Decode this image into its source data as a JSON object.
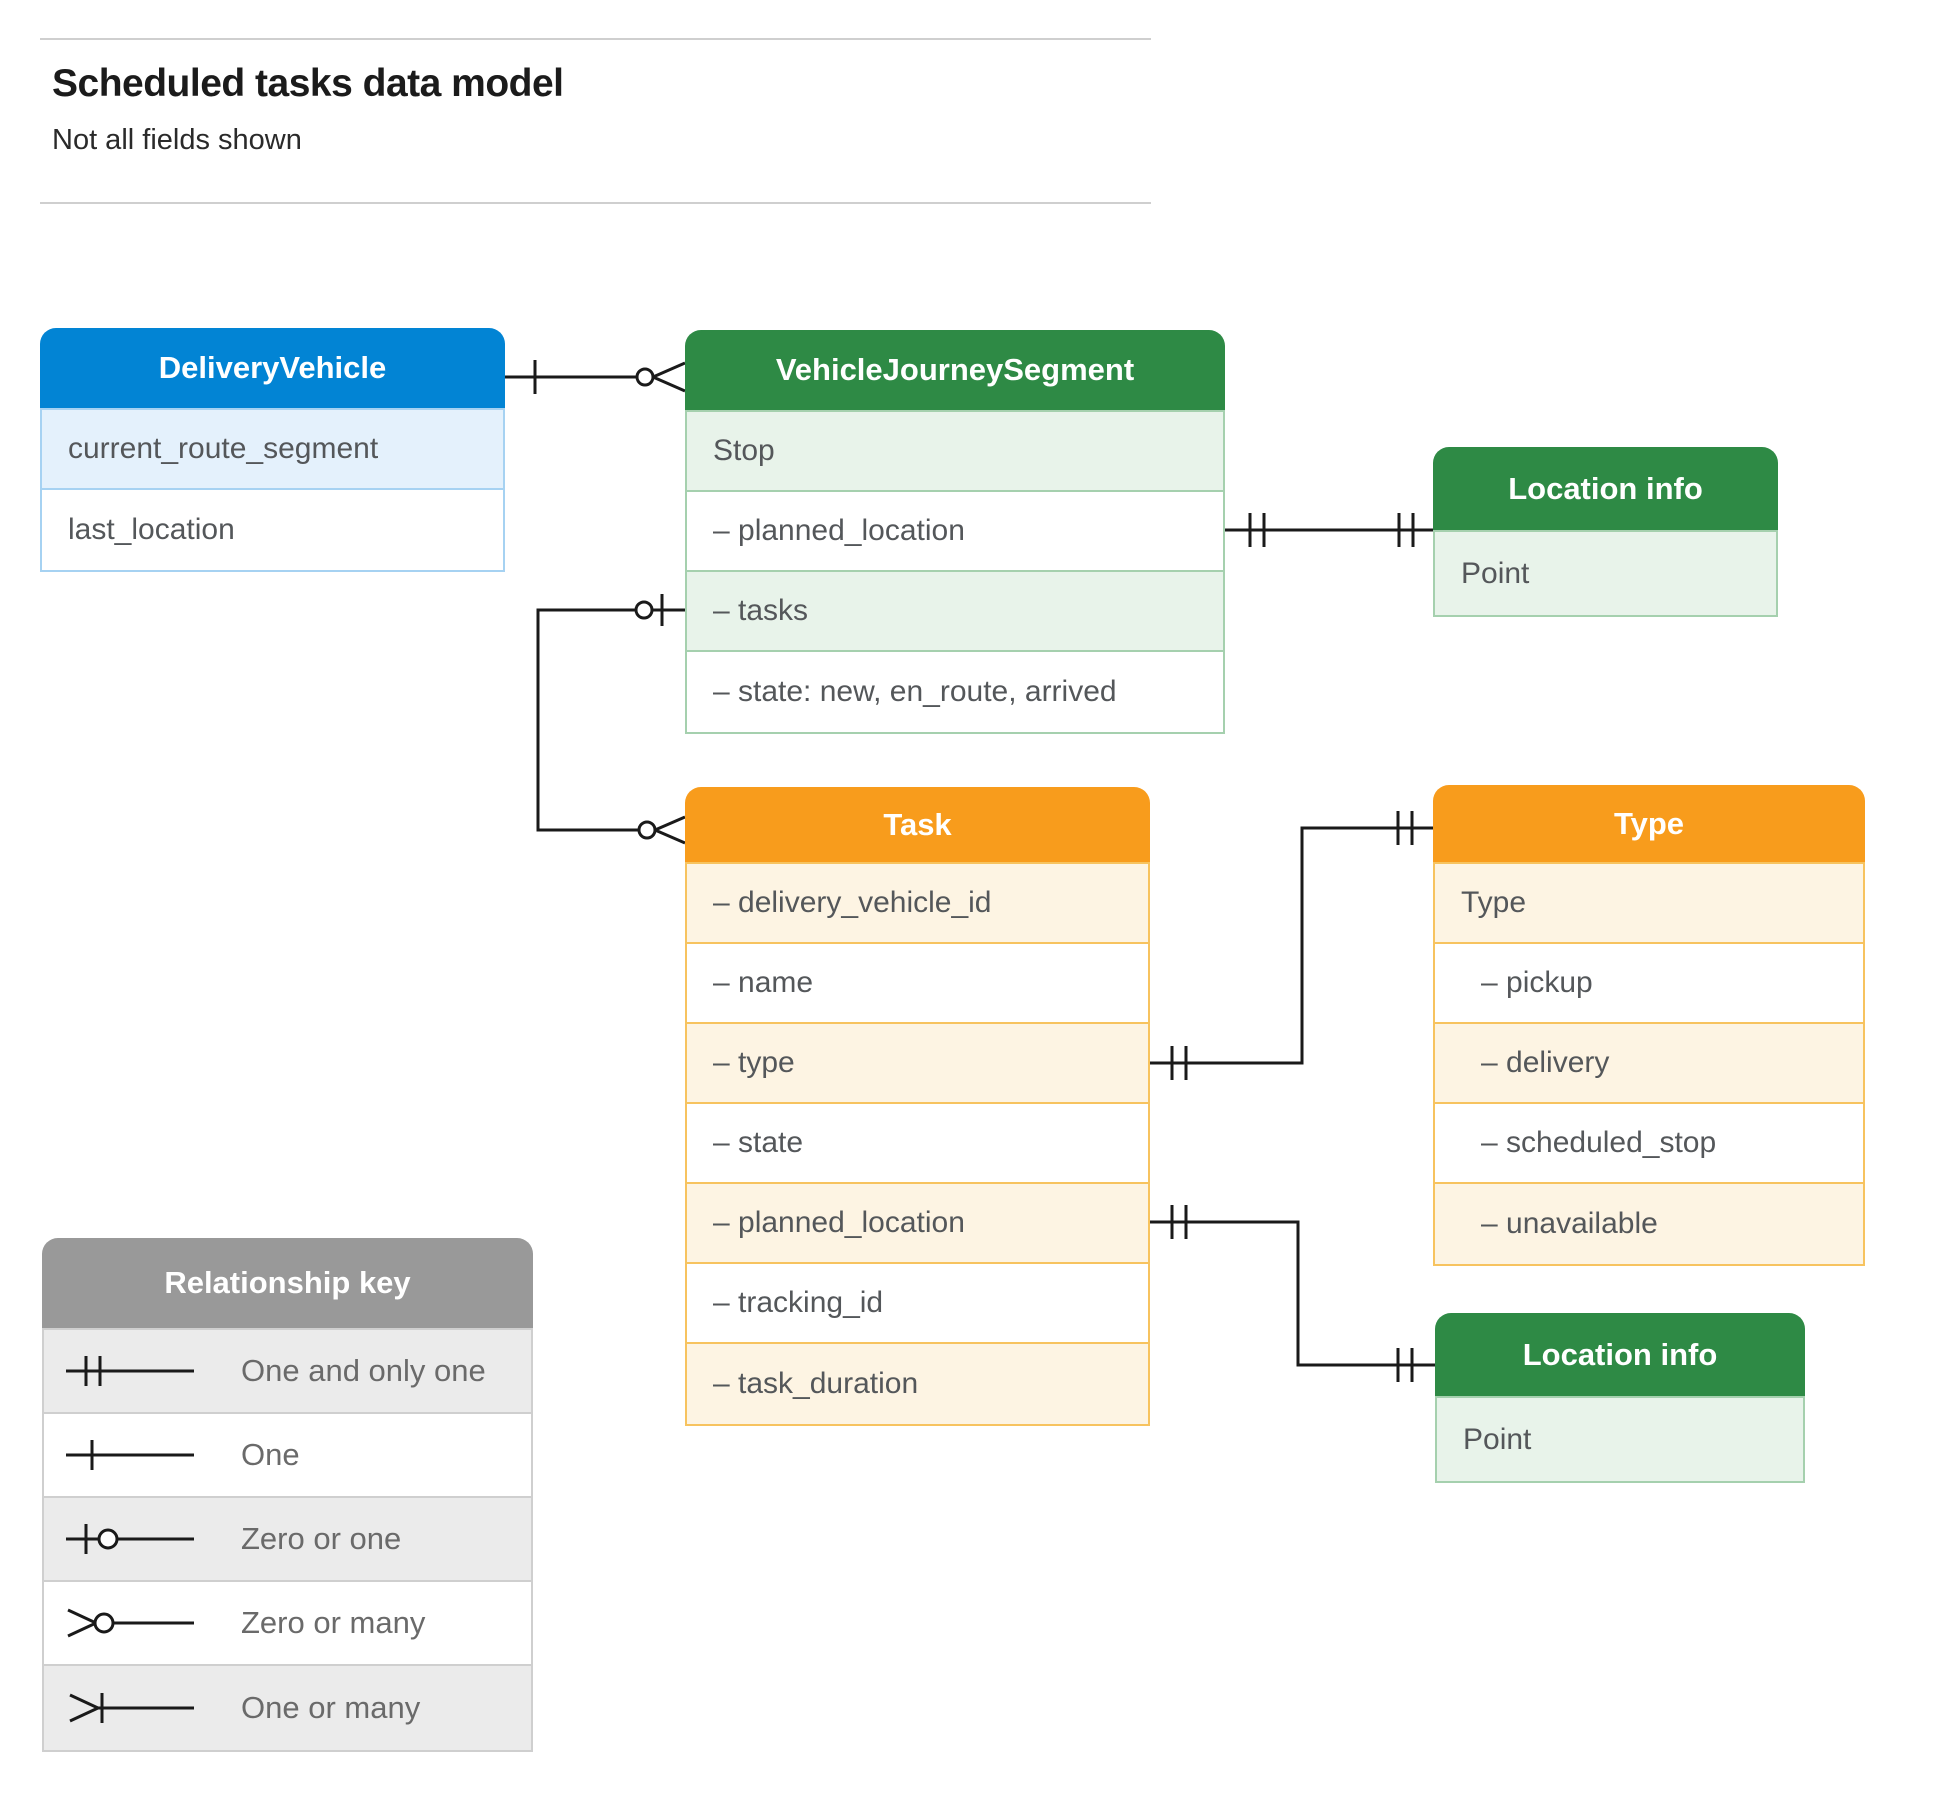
{
  "page": {
    "title": "Scheduled tasks data model",
    "subtitle": "Not all fields shown"
  },
  "entities": {
    "delivery_vehicle": {
      "title": "DeliveryVehicle",
      "rows": [
        "current_route_segment",
        "last_location"
      ]
    },
    "vehicle_journey_segment": {
      "title": "VehicleJourneySegment",
      "rows": [
        "Stop",
        "– planned_location",
        "– tasks",
        "– state: new, en_route, arrived"
      ]
    },
    "location_info_top": {
      "title": "Location info",
      "rows": [
        "Point"
      ]
    },
    "task": {
      "title": "Task",
      "rows": [
        "– delivery_vehicle_id",
        "– name",
        "– type",
        "– state",
        "– planned_location",
        "– tracking_id",
        "– task_duration"
      ]
    },
    "type": {
      "title": "Type",
      "rows": [
        "Type",
        "– pickup",
        "– delivery",
        "– scheduled_stop",
        "– unavailable"
      ]
    },
    "location_info_bottom": {
      "title": "Location info",
      "rows": [
        "Point"
      ]
    }
  },
  "legend": {
    "title": "Relationship key",
    "items": [
      {
        "symbol": "one-and-only-one",
        "label": "One and only one"
      },
      {
        "symbol": "one",
        "label": "One"
      },
      {
        "symbol": "zero-or-one",
        "label": "Zero or one"
      },
      {
        "symbol": "zero-or-many",
        "label": "Zero or many"
      },
      {
        "symbol": "one-or-many",
        "label": "One or many"
      }
    ]
  },
  "relationships": [
    {
      "from": "DeliveryVehicle",
      "to": "VehicleJourneySegment",
      "from_cardinality": "one",
      "to_cardinality": "zero-or-many"
    },
    {
      "from": "VehicleJourneySegment.planned_location",
      "to": "Location info (top)",
      "from_cardinality": "one-and-only-one",
      "to_cardinality": "one-and-only-one"
    },
    {
      "from": "VehicleJourneySegment.tasks",
      "to": "Task",
      "from_cardinality": "zero-or-one",
      "to_cardinality": "zero-or-many"
    },
    {
      "from": "Task.type",
      "to": "Type",
      "from_cardinality": "one-and-only-one",
      "to_cardinality": "one-and-only-one"
    },
    {
      "from": "Task.planned_location",
      "to": "Location info (bottom)",
      "from_cardinality": "one-and-only-one",
      "to_cardinality": "one-and-only-one"
    }
  ],
  "colors": {
    "blue": "#0284d4",
    "blueTint": "#e4f1fc",
    "blueBorder": "#a6d2f2",
    "green": "#2e8a45",
    "greenTint": "#e8f3ea",
    "greenBorder": "#a5d0ae",
    "orange": "#f89c1c",
    "orangeTint": "#fdf4e3",
    "orangeBorder": "#f7c35f",
    "gray": "#999999",
    "grayTint": "#ebebeb",
    "grayBorder": "#cfcfcf",
    "line": "#1a1a1a",
    "ruleLine": "#cfcfcf"
  }
}
